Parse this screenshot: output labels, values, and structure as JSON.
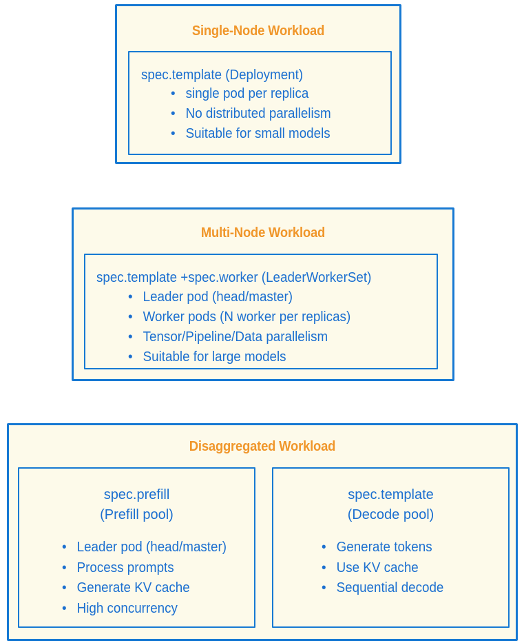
{
  "colors": {
    "page_background": "#ffffff",
    "card_fill": "#fdfaea",
    "border_blue": "#1779d3",
    "title_orange": "#f0962a",
    "body_blue": "#1b6fd0"
  },
  "bullet_glyph": "•",
  "cards": [
    {
      "id": "single-node",
      "title": "Single-Node Workload",
      "panel": {
        "heading": "spec.template (Deployment)",
        "bullets": [
          "single pod per replica",
          "No distributed parallelism",
          "Suitable for small models"
        ]
      }
    },
    {
      "id": "multi-node",
      "title": "Multi-Node Workload",
      "panel": {
        "heading": "spec.template +spec.worker (LeaderWorkerSet)",
        "bullets": [
          "Leader pod (head/master)",
          "Worker pods (N worker per replicas)",
          "Tensor/Pipeline/Data parallelism",
          "Suitable for large models"
        ]
      }
    },
    {
      "id": "disaggregated",
      "title": "Disaggregated Workload",
      "panels": [
        {
          "id": "prefill",
          "heading_line1": "spec.prefill",
          "heading_line2": "(Prefill pool)",
          "bullets": [
            "Leader pod (head/master)",
            "Process prompts",
            "Generate KV cache",
            "High concurrency"
          ]
        },
        {
          "id": "decode",
          "heading_line1": "spec.template",
          "heading_line2": "(Decode pool)",
          "bullets": [
            "Generate tokens",
            "Use KV cache",
            "Sequential decode"
          ]
        }
      ]
    }
  ]
}
